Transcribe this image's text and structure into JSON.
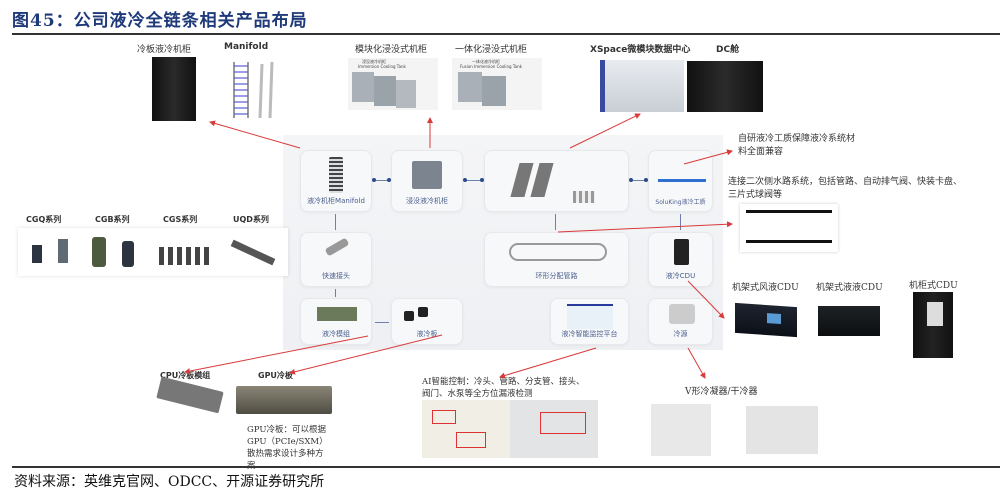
{
  "title": "图45：公司液冷全链条相关产品布局",
  "source": "资料来源：英维克官网、ODCC、开源证券研究所",
  "top_products": [
    {
      "label": "冷板液冷机柜"
    },
    {
      "label": "Manifold"
    },
    {
      "label": "模块化浸没式机柜",
      "inner_caption_cn": "浸没液冷机柜",
      "inner_caption_en": "Immersion Cooling Tank"
    },
    {
      "label": "一体化浸没式机柜",
      "inner_caption_cn": "一体化液冷机柜",
      "inner_caption_en": "Fusion Immersion Cooling Tank"
    },
    {
      "label": "XSpace微模块数据中心"
    },
    {
      "label": "DC舱"
    }
  ],
  "center_cards": {
    "manifold": "液冷机柜Manifold",
    "immersion": "浸没液冷机柜",
    "soluking": "SoluKing液冷工质",
    "quick_connector": "快速接头",
    "ring_pipe": "环形分配管路",
    "cdu": "液冷CDU",
    "module": "液冷模组",
    "cold_plate": "液冷板",
    "monitor": "液冷智能监控平台",
    "cold_source": "冷源"
  },
  "right_notes": {
    "soluking_note": "自研液冷工质保障液冷系统材料全面兼容",
    "pipe_note": "连接二次侧水路系统，包括管路、自动排气阀、快装卡盘、三片式球阀等"
  },
  "series": [
    {
      "label": "CGQ系列"
    },
    {
      "label": "CGB系列"
    },
    {
      "label": "CGS系列"
    },
    {
      "label": "UQD系列"
    }
  ],
  "cdu_products": [
    {
      "label": "机架式风液CDU"
    },
    {
      "label": "机架式液液CDU"
    },
    {
      "label": "机柜式CDU"
    }
  ],
  "bottom_products": {
    "cpu_module": "CPU冷板模组",
    "gpu_plate": "GPU冷板",
    "gpu_note": "GPU冷板：可以根据GPU（PCIe/SXM）散热需求设计多种方案",
    "ai_note": "AI智能控制：冷头、管路、分支管、接头、阀门、水泵等全方位漏液检测",
    "condenser": "V形冷凝器/干冷器"
  },
  "colors": {
    "title": "#1f3a7a",
    "arrow": "#d93a3a",
    "connector": "#2a4a8a",
    "card_label": "#4a5e8c"
  }
}
